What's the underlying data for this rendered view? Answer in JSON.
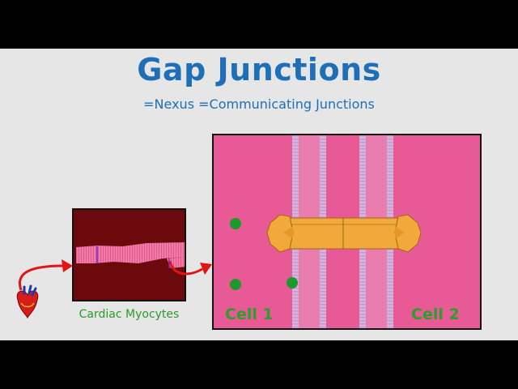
{
  "title": "Gap Junctions",
  "subtitle": "=Nexus =Communicating Junctions",
  "myocyte_panel": {
    "label": "Cardiac Myocytes"
  },
  "zoom_panel": {
    "cell1_label": "Cell 1",
    "cell2_label": "Cell 2"
  },
  "colors": {
    "title_blue": "#1f6fb8",
    "label_green": "#2a9a2a",
    "membrane_pink": "#e85a95",
    "myocardium_dark": "#6b0a0c",
    "channel_orange": "#f2a93b",
    "ion_green": "#1a9a2a",
    "arrow_red": "#e01515"
  },
  "icons": [
    "heart-icon",
    "arrow-icon"
  ]
}
